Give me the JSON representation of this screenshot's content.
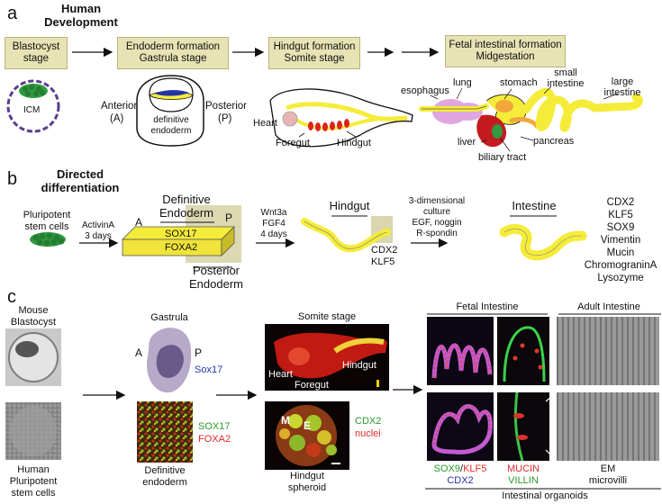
{
  "panel_a": {
    "letter": "a",
    "title_line1": "Human",
    "title_line2": "Development",
    "stages": [
      {
        "line1": "Blastocyst",
        "line2": "stage"
      },
      {
        "line1": "Endoderm formation",
        "line2": "Gastrula stage"
      },
      {
        "line1": "Hindgut formation",
        "line2": "Somite stage"
      },
      {
        "line1": "Fetal intestinal formation",
        "line2": "Midgestation"
      }
    ],
    "icm": "ICM",
    "anterior": "Anterior",
    "anterior_abbr": "(A)",
    "posterior": "Posterior",
    "posterior_abbr": "(P)",
    "definitive": "definitive",
    "endoderm": "endoderm",
    "heart": "Heart",
    "foregut": "Foregut",
    "hindgut": "Hindgut",
    "esophagus": "esophagus",
    "lung": "lung",
    "stomach": "stomach",
    "small": "small",
    "intestine_small": "intestine",
    "large": "large",
    "intestine_large": "intestine",
    "liver": "liver",
    "pancreas": "pancreas",
    "biliary": "biliary tract",
    "colors": {
      "stagebox": "#e7e3b4",
      "gut": "#f5ec3a",
      "icm": "#2f9a3e",
      "liver": "#c41b20",
      "lung": "#dfa6e0",
      "stomach": "#f2a73b"
    }
  },
  "panel_b": {
    "letter": "b",
    "title_line1": "Directed",
    "title_line2": "differentiation",
    "pluripotent_line1": "Pluripotent",
    "pluripotent_line2": "stem cells",
    "activin": "ActivinA",
    "days3": "3 days",
    "definitive_line1": "Definitive",
    "definitive_line2": "Endoderm",
    "a": "A",
    "p": "P",
    "sox17": "SOX17",
    "foxa2": "FOXA2",
    "posterior_line1": "Posterior",
    "posterior_line2": "Endoderm",
    "wnt3a": "Wnt3a",
    "fgf4": "FGF4",
    "days4": "4 days",
    "hindgut": "Hindgut",
    "cdx2": "CDX2",
    "klf5": "KLF5",
    "culture_line1": "3-dimensional",
    "culture_line2": "culture",
    "culture_line3": "EGF, noggin",
    "culture_line4": "R-spondin",
    "intestine": "Intestine",
    "markers": [
      "CDX2",
      "KLF5",
      "SOX9",
      "Vimentin",
      "Mucin",
      "ChromograninA",
      "Lysozyme"
    ]
  },
  "panel_c": {
    "letter": "c",
    "mouse_line1": "Mouse",
    "mouse_line2": "Blastocyst",
    "human_line1": "Human",
    "human_line2": "Pluripotent",
    "human_line3": "stem cells",
    "gastrula": "Gastrula",
    "a": "A",
    "p": "P",
    "sox17": "Sox17",
    "sox17_caps": "SOX17",
    "foxa2": "FOXA2",
    "definitive_line1": "Definitive",
    "definitive_line2": "endoderm",
    "somite": "Somite stage",
    "heart": "Heart",
    "foregut": "Foregut",
    "hindgut": "Hindgut",
    "m": "M",
    "e": "E",
    "cdx2": "CDX2",
    "nuclei": "nuclei",
    "hindgut_spheroid_line1": "Hindgut",
    "hindgut_spheroid_line2": "spheroid",
    "fetal": "Fetal Intestine",
    "adult": "Adult Intestine",
    "sox9": "SOX9",
    "slash": "/",
    "klf5": "KLF5",
    "cdx2_bottom": "CDX2",
    "mucin": "MUCIN",
    "villin": "VILLIN",
    "em": "EM",
    "microvilli": "microvilli",
    "organoids": "Intestinal organoids"
  }
}
